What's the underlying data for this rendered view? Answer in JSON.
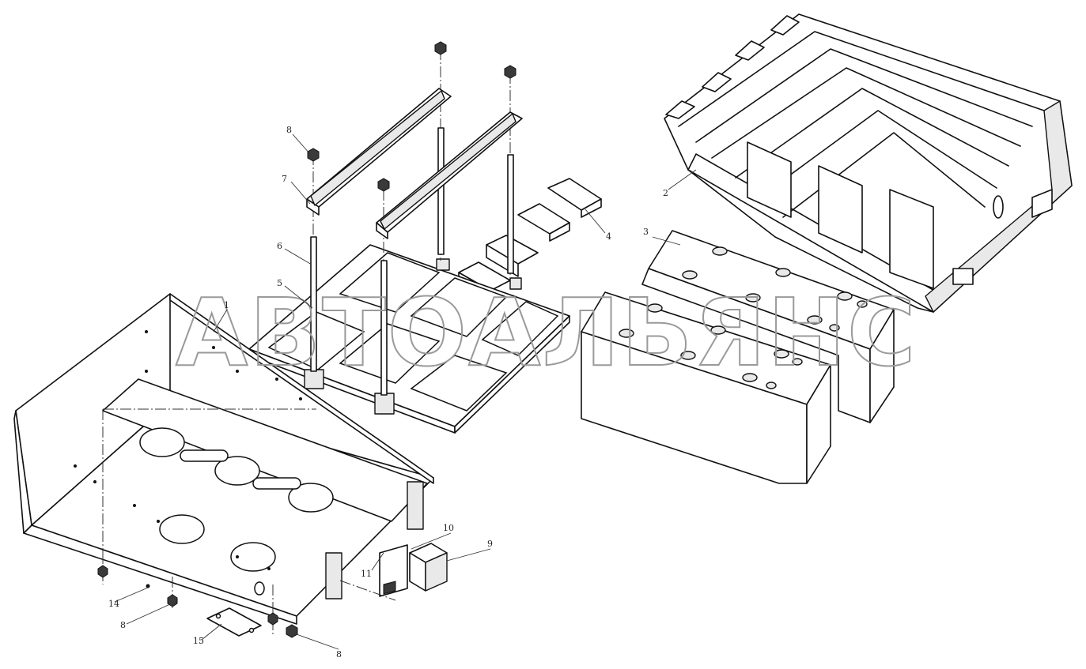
{
  "watermark": "АВТОАЛЬЯНС",
  "callouts": {
    "c1": "1",
    "c2": "2",
    "c3": "3",
    "c4": "4",
    "c5": "5",
    "c6": "6",
    "c7": "7",
    "c8a": "8",
    "c8b": "8",
    "c8c": "8",
    "c9": "9",
    "c10": "10",
    "c11": "11",
    "c14": "14",
    "c15": "15"
  },
  "colors": {
    "line": "#111111",
    "watermark": "#9a9a9a",
    "background": "#ffffff"
  }
}
